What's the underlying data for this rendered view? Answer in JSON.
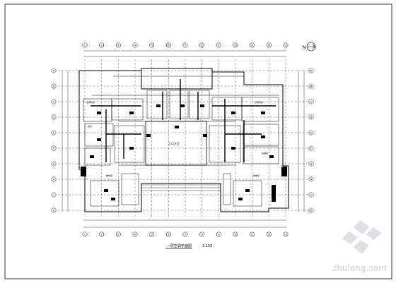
{
  "drawing": {
    "plan_title": "一层空调平面图",
    "scale": "1:150",
    "north_label": "N",
    "hall_label": "入口大厅",
    "room_labels_left": [
      "空调机房",
      "机房",
      "楼梯间"
    ],
    "room_labels_right": [
      "空调机房",
      "设备间",
      "楼梯间"
    ],
    "axis_top": [
      "1",
      "2",
      "3",
      "4",
      "5",
      "6",
      "7",
      "8",
      "9",
      "10",
      "11",
      "12",
      "13"
    ],
    "axis_side": [
      "A",
      "B",
      "C",
      "D",
      "E",
      "F",
      "G",
      "H",
      "J",
      "K"
    ]
  },
  "watermark": {
    "text": "zhulong.com"
  },
  "colors": {
    "line": "#000000",
    "paper": "#ffffff",
    "watermark": "#c9ced6"
  }
}
